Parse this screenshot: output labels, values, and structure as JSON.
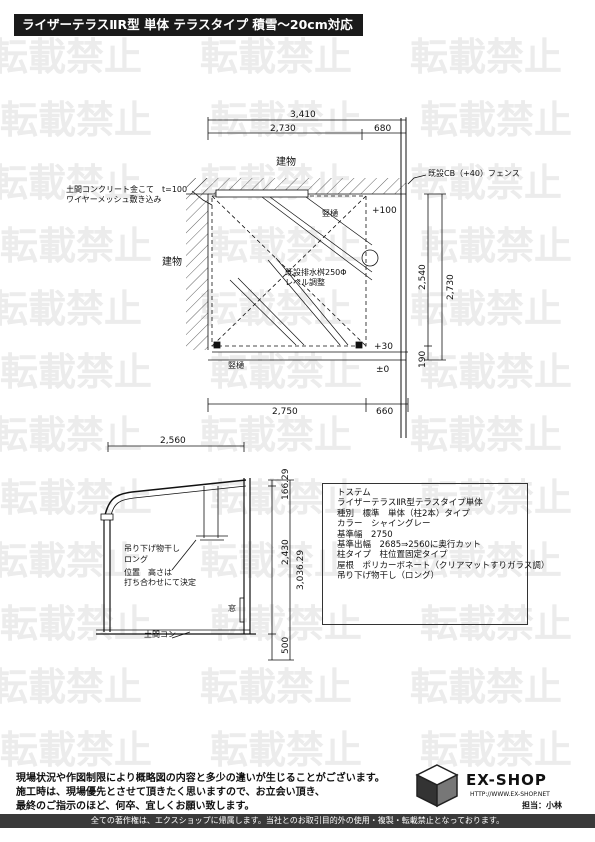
{
  "title": "ライザーテラスⅡR型 単体 テラスタイプ 積雪～20cm対応",
  "watermark": "転載禁止",
  "plan": {
    "dim_total": "3,410",
    "dim_top_left": "2,730",
    "dim_top_right": "680",
    "building_top": "建物",
    "building_left": "建物",
    "concrete_note_1": "土間コンクリート金こて　t=100",
    "concrete_note_2": "ワイヤーメッシュ敷き込み",
    "fence_label": "既設CB（+40）フェンス",
    "level_top": "+100",
    "level_mid": "+30",
    "level_base": "±0",
    "drain_label": "既設排水桝250Φ",
    "drain_sub": "レベル調整",
    "gutter_top": "竪樋",
    "gutter_bottom": "竪樋",
    "dim_right_1": "2,540",
    "dim_right_2": "2,730",
    "dim_right_3": "190",
    "dim_bottom_left": "2,750",
    "dim_bottom_right": "660"
  },
  "section": {
    "dim_width": "2,560",
    "dim_top": "166.29",
    "dim_mid": "2,430",
    "dim_total": "3,036.29",
    "dim_bottom": "500",
    "hanger_1": "吊り下げ物干し",
    "hanger_2": "ロング",
    "position_1": "位置　高さは",
    "position_2": "打ち合わせにて決定",
    "window": "窓",
    "floor": "土間コン"
  },
  "spec": [
    "トステム",
    "ライザーテラスⅡR型テラスタイプ単体",
    "種別　標準　単体（柱2本）タイプ",
    "カラー　シャイングレー",
    "基準幅　2750",
    "基準出幅　2685⇒2560に奥行カット",
    "柱タイプ　柱位置固定タイプ",
    "屋根　ポリカーボネート（クリアマットすりガラス調）",
    "吊り下げ物干し（ロング）"
  ],
  "notes": [
    "現場状況や作図制限により概略図の内容と多少の違いが生じることがございます。",
    "施工時は、現場優先とさせて頂きたく思いますので、お立会い頂き、",
    "最終のご指示のほど、何卒、宜しくお願い致します。"
  ],
  "brand": {
    "name": "EX-SHOP",
    "url": "HTTP://WWW.EX-SHOP.NET",
    "charge": "担当：小林"
  },
  "footer": "全ての著作権は、エクスショップに帰属します。当社とのお取引目的外の使用・複製・転載禁止となっております。"
}
